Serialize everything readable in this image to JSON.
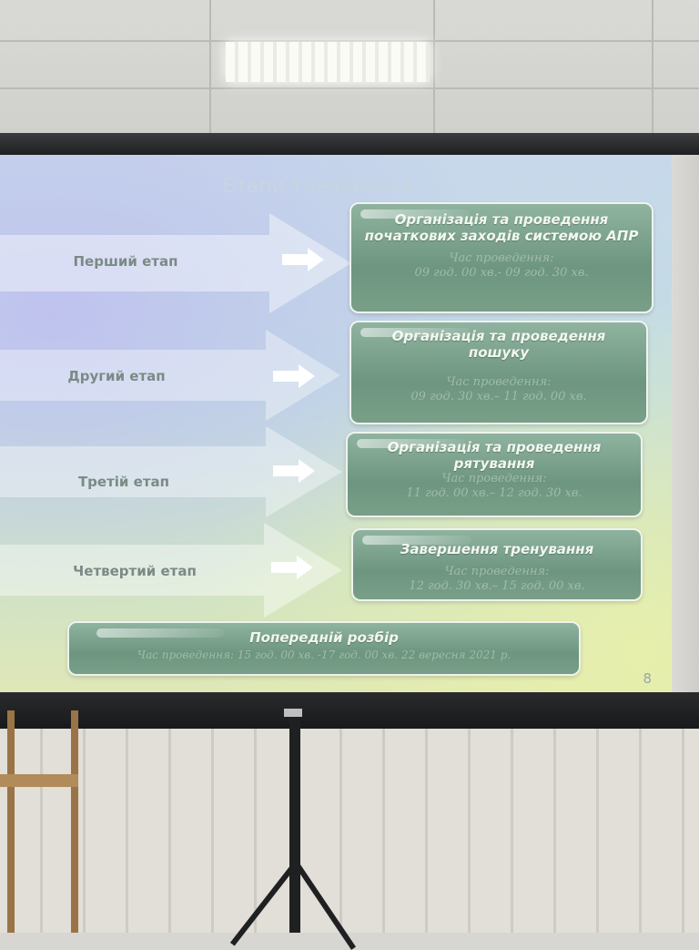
{
  "slide": {
    "title": "Етапи тренування",
    "page_number": "8",
    "stages": [
      {
        "label": "Перший етап",
        "box_title": "Організація та проведення початкових заходів системою АПР",
        "time_label": "Час проведення:",
        "time_value": "09 год. 00 хв.- 09 год. 30 хв."
      },
      {
        "label": "Другий етап",
        "box_title": "Організація та проведення пошуку",
        "time_label": "Час проведення:",
        "time_value": "09 год. 30 хв.– 11 год. 00 хв."
      },
      {
        "label": "Третій етап",
        "box_title": "Організація та проведення рятування",
        "time_label": "Час проведення:",
        "time_value": "11 год. 00 хв.– 12 год. 30 хв."
      },
      {
        "label": "Четвертий етап",
        "box_title": "Завершення тренування",
        "time_label": "Час проведення:",
        "time_value": "12 год. 30 хв.– 15 год. 00 хв."
      }
    ],
    "summary": {
      "title": "Попередній розбір",
      "time": "Час проведення: 15 год. 00 хв. -17 год. 00 хв. 22 вересня 2021 р."
    }
  },
  "colors": {
    "box_fill": "#6d9580",
    "box_border": "#eef3ee",
    "stage_label": "#7a8a86",
    "title": "#c8d6de"
  }
}
